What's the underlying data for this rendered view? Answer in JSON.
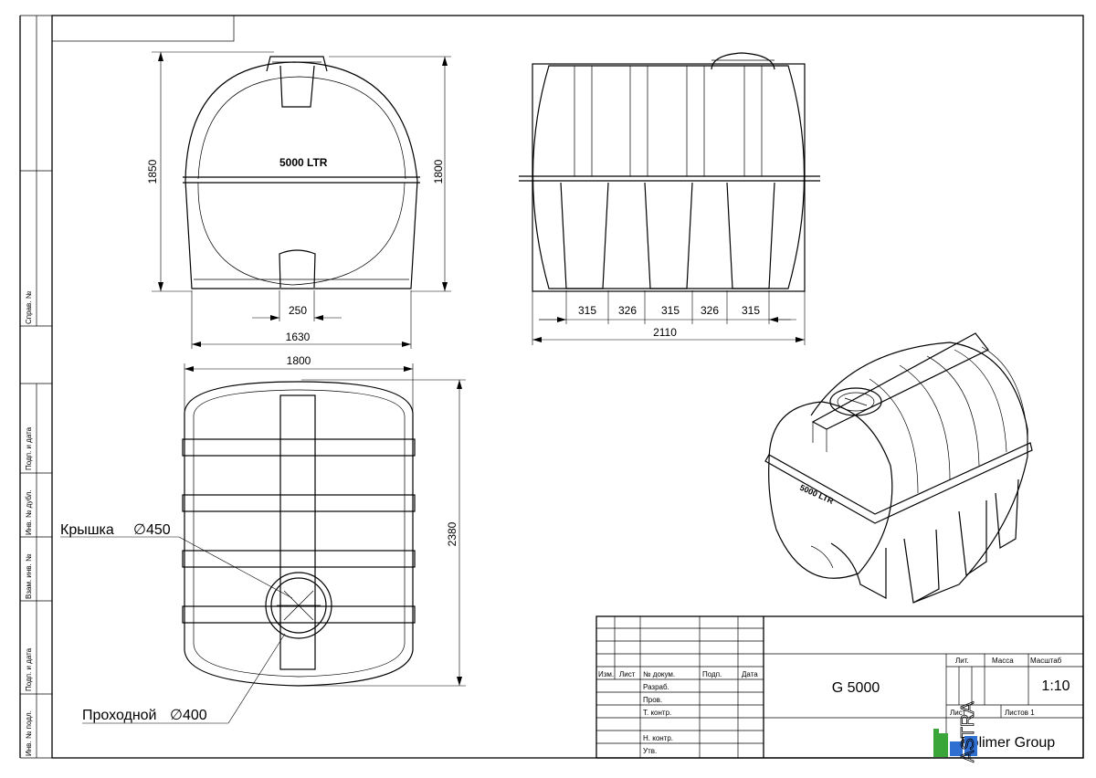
{
  "sidebar": {
    "cells": [
      "Справ. №",
      "Подп. и дата",
      "Инв. № дубл.",
      "Взам. инв. №",
      "Подп. и дата",
      "Инв. № подл."
    ]
  },
  "views": {
    "front": {
      "label": "5000 LTR",
      "height_overall": "1850",
      "height_body": "1800",
      "foot_width": "250",
      "base_width": "1630"
    },
    "side": {
      "segments": [
        "315",
        "326",
        "315",
        "326",
        "315"
      ],
      "length": "2110"
    },
    "top": {
      "width": "1800",
      "length": "2380",
      "lid_label": "Крышка",
      "lid_diameter": "∅450",
      "manhole_label": "Проходной",
      "manhole_diameter": "∅400"
    },
    "iso": {
      "label": "5000 LTR"
    }
  },
  "title_block": {
    "headers": {
      "izm": "Изм.",
      "list": "Лист",
      "doc": "№ докум.",
      "sign": "Подп.",
      "date": "Дата"
    },
    "roles": [
      "Разраб.",
      "Пров.",
      "Т. контр.",
      "",
      "Н. контр.",
      "Утв."
    ],
    "designation": "G 5000",
    "lit_label": "Лит.",
    "mass_label": "Масса",
    "scale_label": "Масштаб",
    "scale_value": "1:10",
    "sheet_label": "Лист",
    "sheets_label": "Листов 1",
    "company": "Polimer Group",
    "logo_text": "ASTRA"
  }
}
